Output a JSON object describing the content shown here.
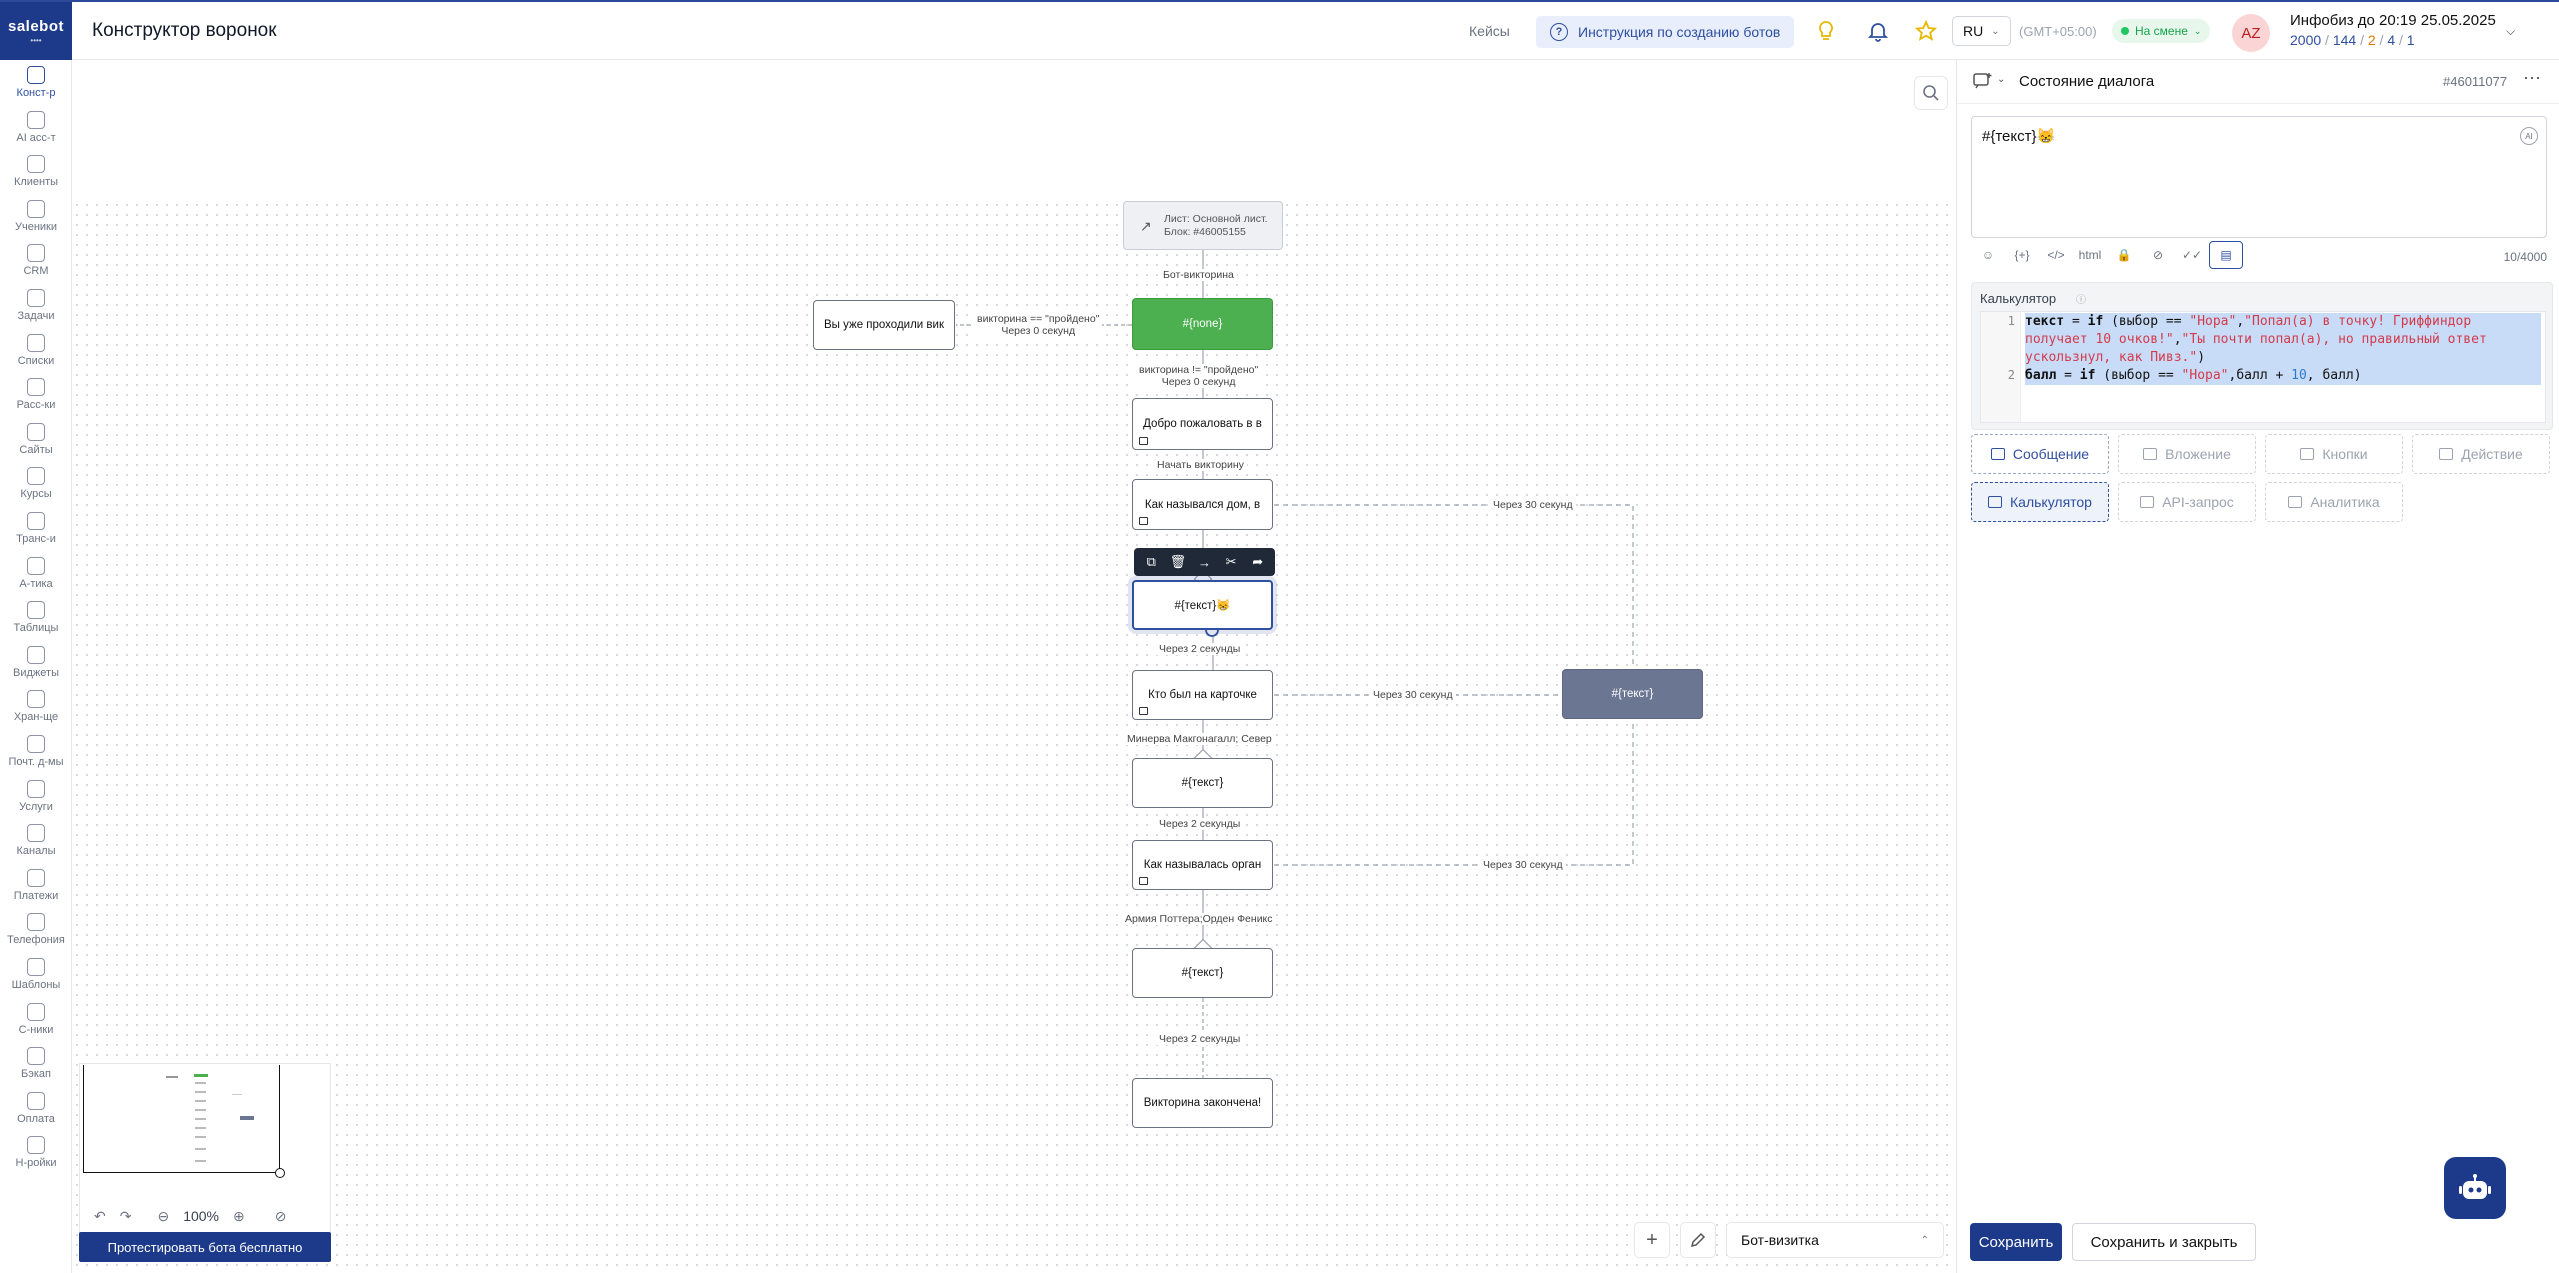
{
  "header": {
    "logo": "salebot",
    "logo_sub": "••••",
    "title": "Конструктор воронок",
    "cases": "Кейсы",
    "instruction": "Инструкция по созданию ботов",
    "lang": "RU",
    "timezone": "(GMT+05:00)",
    "status": "На смене",
    "avatar": "AZ",
    "plan": "Инфобиз до 20:19 25.05.2025",
    "quota": {
      "a": "2000",
      "b": "144",
      "c": "2",
      "d": "4",
      "e": "1"
    },
    "colors": {
      "primary": "#1d3a8a",
      "accent": "#2f4f9f",
      "green": "#22c55e"
    }
  },
  "sidebar": [
    {
      "label": "Конст-р",
      "icon": "funnel-icon"
    },
    {
      "label": "AI асс-т",
      "icon": "ai-icon"
    },
    {
      "label": "Клиенты",
      "icon": "clients-icon"
    },
    {
      "label": "Ученики",
      "icon": "students-icon"
    },
    {
      "label": "CRM",
      "icon": "crm-icon"
    },
    {
      "label": "Задачи",
      "icon": "tasks-icon"
    },
    {
      "label": "Списки",
      "icon": "lists-icon"
    },
    {
      "label": "Расс-ки",
      "icon": "mailing-icon"
    },
    {
      "label": "Сайты",
      "icon": "sites-icon"
    },
    {
      "label": "Курсы",
      "icon": "courses-icon"
    },
    {
      "label": "Транс-и",
      "icon": "broadcast-icon"
    },
    {
      "label": "А-тика",
      "icon": "analytics-icon"
    },
    {
      "label": "Таблицы",
      "icon": "tables-icon"
    },
    {
      "label": "Виджеты",
      "icon": "widgets-icon"
    },
    {
      "label": "Хран-ще",
      "icon": "storage-icon"
    },
    {
      "label": "Почт. д-мы",
      "icon": "mail-domains-icon"
    },
    {
      "label": "Услуги",
      "icon": "services-icon"
    },
    {
      "label": "Каналы",
      "icon": "channels-icon"
    },
    {
      "label": "Платежи",
      "icon": "payments-icon"
    },
    {
      "label": "Телефония",
      "icon": "telephony-icon"
    },
    {
      "label": "Шаблоны",
      "icon": "templates-icon"
    },
    {
      "label": "С-ники",
      "icon": "directories-icon"
    },
    {
      "label": "Бэкап",
      "icon": "backup-icon"
    },
    {
      "label": "Оплата",
      "icon": "billing-icon"
    },
    {
      "label": "Н-ройки",
      "icon": "settings-icon"
    }
  ],
  "flow": {
    "sheet_block": "Лист: Основной лист. Блок: #46005155",
    "nodes": {
      "none": "#{none}",
      "already": "Вы уже проходили вик",
      "welcome": "Добро пожаловать в в",
      "q_house": "Как назывался дом, в",
      "selected": "#{текст}😸",
      "q_card": "Кто был на карточке",
      "text_right": "#{текст}",
      "text2": "#{текст}",
      "q_org": "Как называлась орган",
      "text3": "#{текст}",
      "end": "Викторина закончена!"
    },
    "edges": {
      "quiz_bot": "Бот-викторина",
      "passed_eq": "викторина == \"пройдено\"",
      "passed_ne": "викторина != \"пройдено\"",
      "after0": "Через 0 секунд",
      "start_quiz": "Начать викторину",
      "after30": "Через 30 секунд",
      "after2": "Через 2 секунды",
      "minerva": "Минерва Макгонагалл; Север",
      "army": "Армия Поттера;Орден Феникс"
    }
  },
  "minimap": {
    "zoom": "100%"
  },
  "test_button": "Протестировать бота бесплатно",
  "bot_select": "Бот-визитка",
  "panel": {
    "title": "Состояние диалога",
    "block_id": "#46011077",
    "message": "#{текст}😸",
    "ai_badge": "AI",
    "fmt_html": "html",
    "counter": "10/4000",
    "calc_label": "Калькулятор",
    "code_line_numbers": [
      "1",
      "2"
    ],
    "types": {
      "message": "Сообщение",
      "attachment": "Вложение",
      "buttons": "Кнопки",
      "action": "Действие",
      "calculator": "Калькулятор",
      "api": "API-запрос",
      "analytics": "Аналитика"
    },
    "save": "Сохранить",
    "save_close": "Сохранить и закрыть"
  }
}
